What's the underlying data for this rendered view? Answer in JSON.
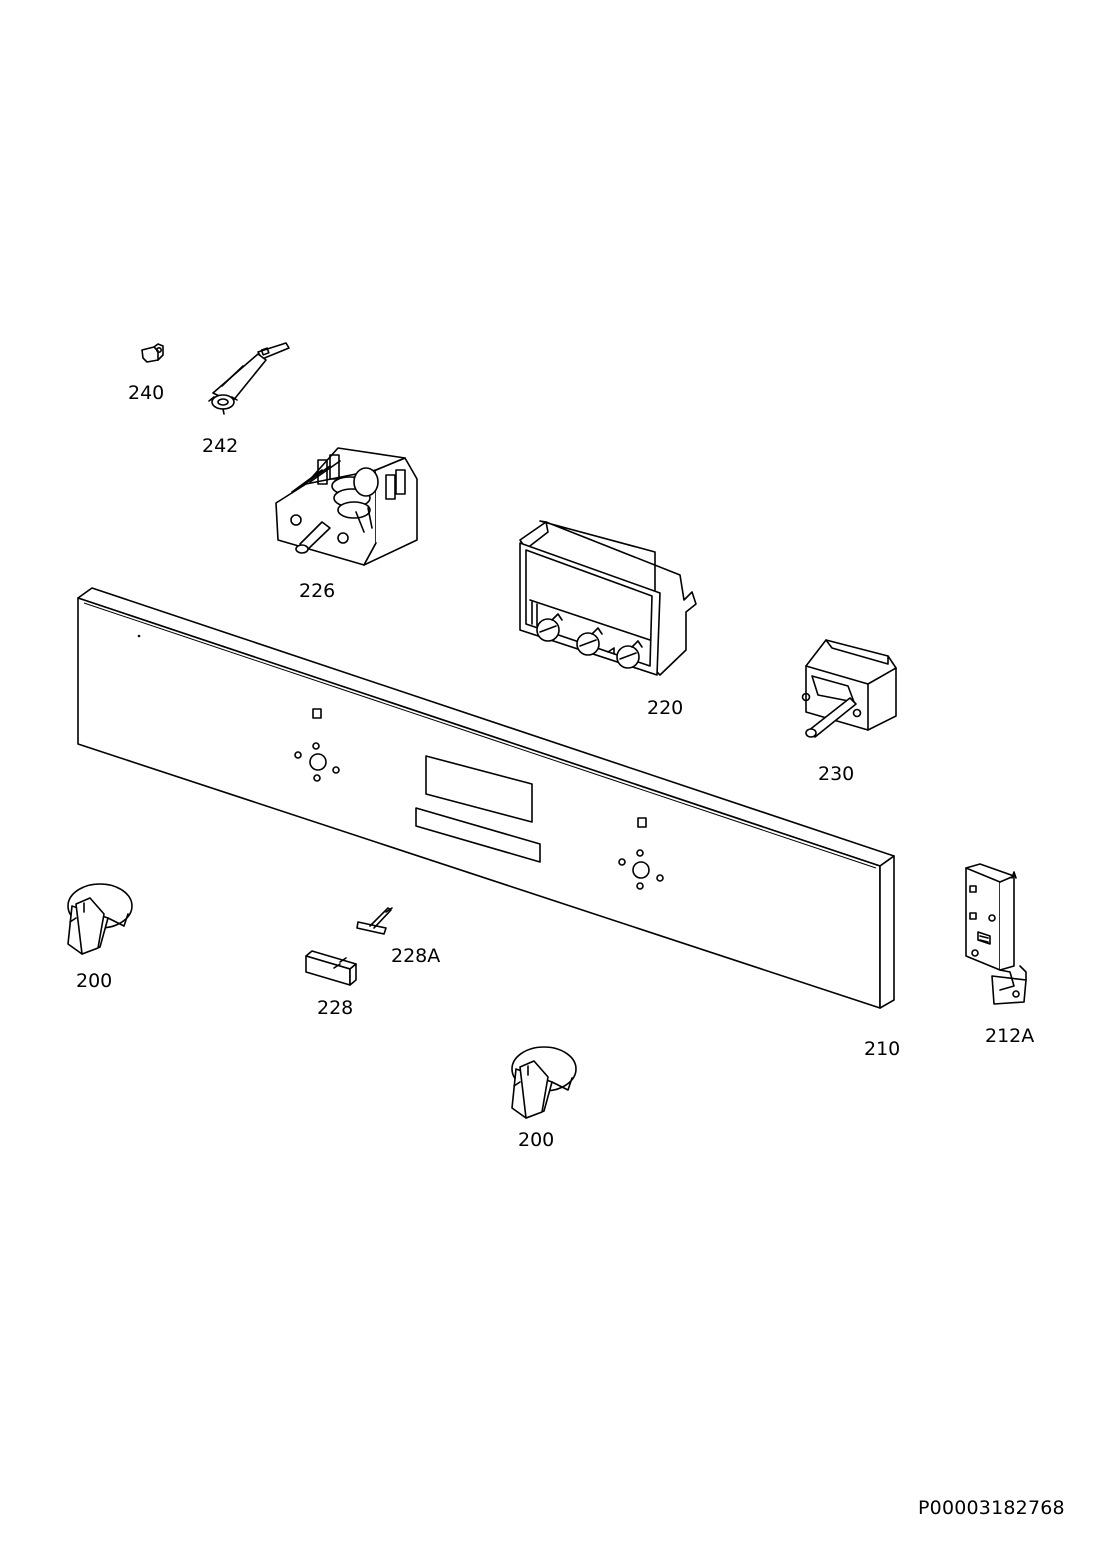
{
  "diagram": {
    "document_id": "P00003182768",
    "parts": [
      {
        "id": "knob-left",
        "label": "200"
      },
      {
        "id": "knob-bottom",
        "label": "200"
      },
      {
        "id": "control-panel",
        "label": "210"
      },
      {
        "id": "bracket",
        "label": "212A"
      },
      {
        "id": "programmer",
        "label": "220"
      },
      {
        "id": "selector-switch",
        "label": "226"
      },
      {
        "id": "push-button",
        "label": "228"
      },
      {
        "id": "button-spring",
        "label": "228A"
      },
      {
        "id": "thermostat",
        "label": "230"
      },
      {
        "id": "clip",
        "label": "240"
      },
      {
        "id": "lamp-holder",
        "label": "242"
      }
    ]
  }
}
